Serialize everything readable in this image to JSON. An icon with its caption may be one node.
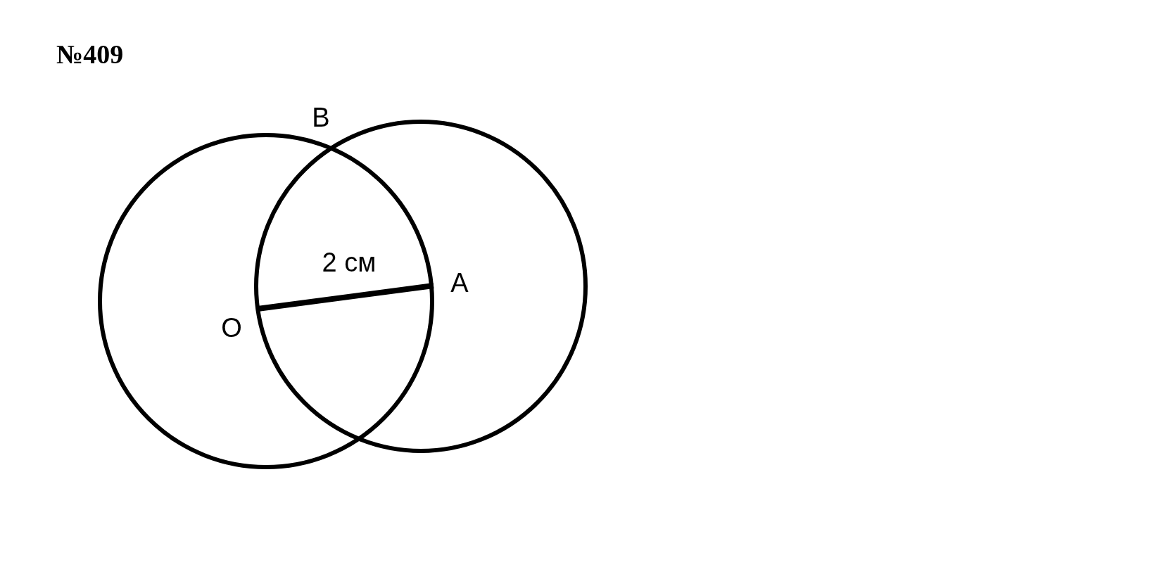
{
  "diagram": {
    "title": "№409",
    "labels": [
      "B",
      "2 см",
      "A",
      "O"
    ]
  }
}
